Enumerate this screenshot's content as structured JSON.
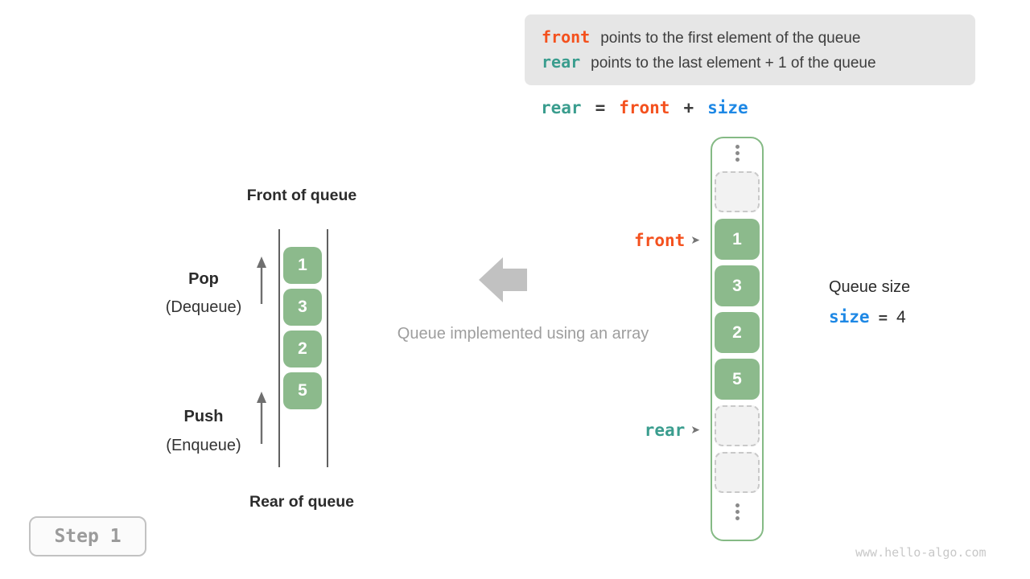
{
  "info_box": {
    "line1": {
      "keyword": "front",
      "text": "points to the first element of the queue"
    },
    "line2": {
      "keyword": "rear",
      "text": "points to the last element + 1 of the queue"
    }
  },
  "formula": {
    "lhs": "rear",
    "equals": "=",
    "operand1": "front",
    "plus": "+",
    "operand2": "size"
  },
  "left_queue": {
    "title_top": "Front of queue",
    "title_bottom": "Rear of queue",
    "pop_label": "Pop",
    "pop_sublabel": "(Dequeue)",
    "push_label": "Push",
    "push_sublabel": "(Enqueue)",
    "values": [
      "1",
      "3",
      "2",
      "5"
    ]
  },
  "middle": {
    "caption": "Queue implemented using an array"
  },
  "array_panel": {
    "front_pointer": {
      "label": "front",
      "arrow": "➤"
    },
    "rear_pointer": {
      "label": "rear",
      "arrow": "➤"
    },
    "cells": [
      "1",
      "3",
      "2",
      "5"
    ]
  },
  "queue_size": {
    "title": "Queue size",
    "code": "size",
    "equals": "=",
    "value": "4"
  },
  "step_badge": {
    "label": "Step 1"
  },
  "watermark": {
    "text": "www.hello-algo.com"
  },
  "colors": {
    "orange": "#f4511e",
    "teal": "#3a9d8e",
    "blue": "#1e88e5",
    "green_cell": "#8cba8c",
    "green_border": "#85ba85",
    "info_box_bg": "#e6e6e6",
    "arrow_gray": "#c1c1c1",
    "text_dark": "#3d3d3d",
    "text_gray": "#9e9e9e"
  }
}
